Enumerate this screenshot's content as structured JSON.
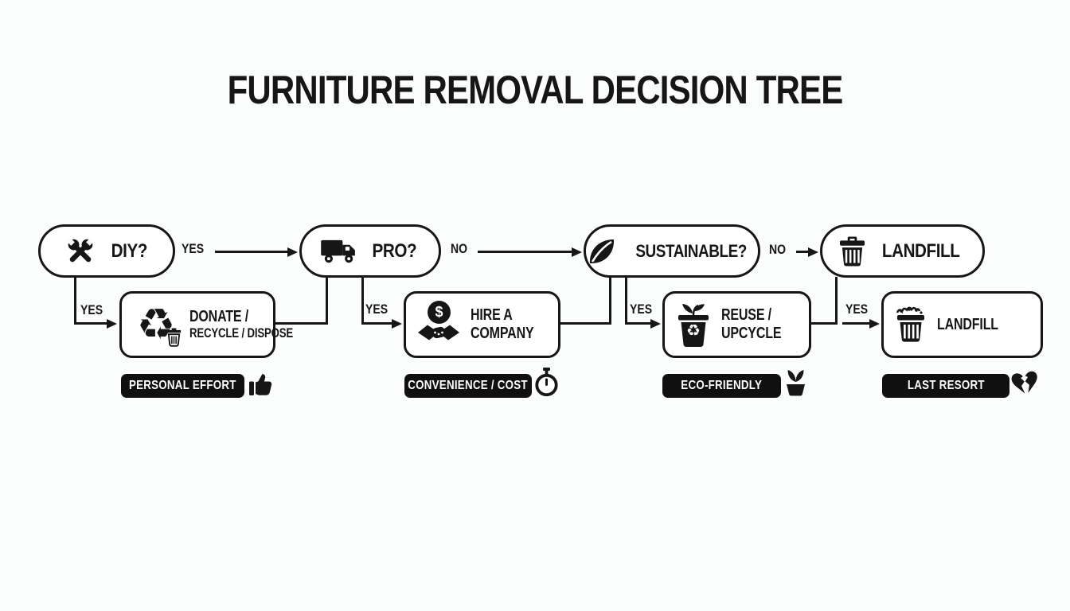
{
  "title": "FURNITURE REMOVAL DECISION TREE",
  "colors": {
    "ink": "#161616",
    "background": "#fbfcfc",
    "node_fill": "#ffffff",
    "badge_background": "#101010",
    "badge_text": "#ffffff"
  },
  "decisions": {
    "diy": {
      "label": "DIY?",
      "icon": "tools-icon"
    },
    "pro": {
      "label": "PRO?",
      "icon": "truck-icon"
    },
    "sustainable": {
      "label": "SUSTAINABLE?",
      "icon": "leaf-icon"
    },
    "landfill": {
      "label": "LANDFILL",
      "icon": "trash-can-icon"
    }
  },
  "outcomes": {
    "donate": {
      "line1": "DONATE /",
      "line2": "RECYCLE / DISPOSE",
      "icon": "recycle-arrows-trash-icon"
    },
    "hire": {
      "line1": "HIRE A",
      "line2": "COMPANY",
      "icon": "dollar-handshake-icon"
    },
    "reuse": {
      "line1": "REUSE /",
      "line2": "UPCYCLE",
      "icon": "recycle-bin-sprout-icon"
    },
    "landfill": {
      "line1": "LANDFILL",
      "icon": "overflowing-trash-icon"
    }
  },
  "edges": {
    "diy_to_pro": {
      "label": "YES"
    },
    "diy_to_donate": {
      "label": "YES"
    },
    "pro_to_sustainable": {
      "label": "NO"
    },
    "pro_to_hire": {
      "label": "YES"
    },
    "sustainable_to_landfill": {
      "label": "NO"
    },
    "sustainable_to_reuse": {
      "label": "YES"
    },
    "landfill_to_landfill_box": {
      "label": "YES"
    }
  },
  "badges": {
    "personal_effort": {
      "label": "PERSONAL EFFORT",
      "icon": "thumbs-up-icon"
    },
    "convenience_cost": {
      "label": "CONVENIENCE / COST",
      "icon": "stopwatch-icon"
    },
    "eco_friendly": {
      "label": "ECO-FRIENDLY",
      "icon": "potted-sprout-icon"
    },
    "last_resort": {
      "label": "LAST RESORT",
      "icon": "broken-heart-icon"
    }
  },
  "glyphs": {
    "recycle": "♻",
    "dollar": "$"
  }
}
